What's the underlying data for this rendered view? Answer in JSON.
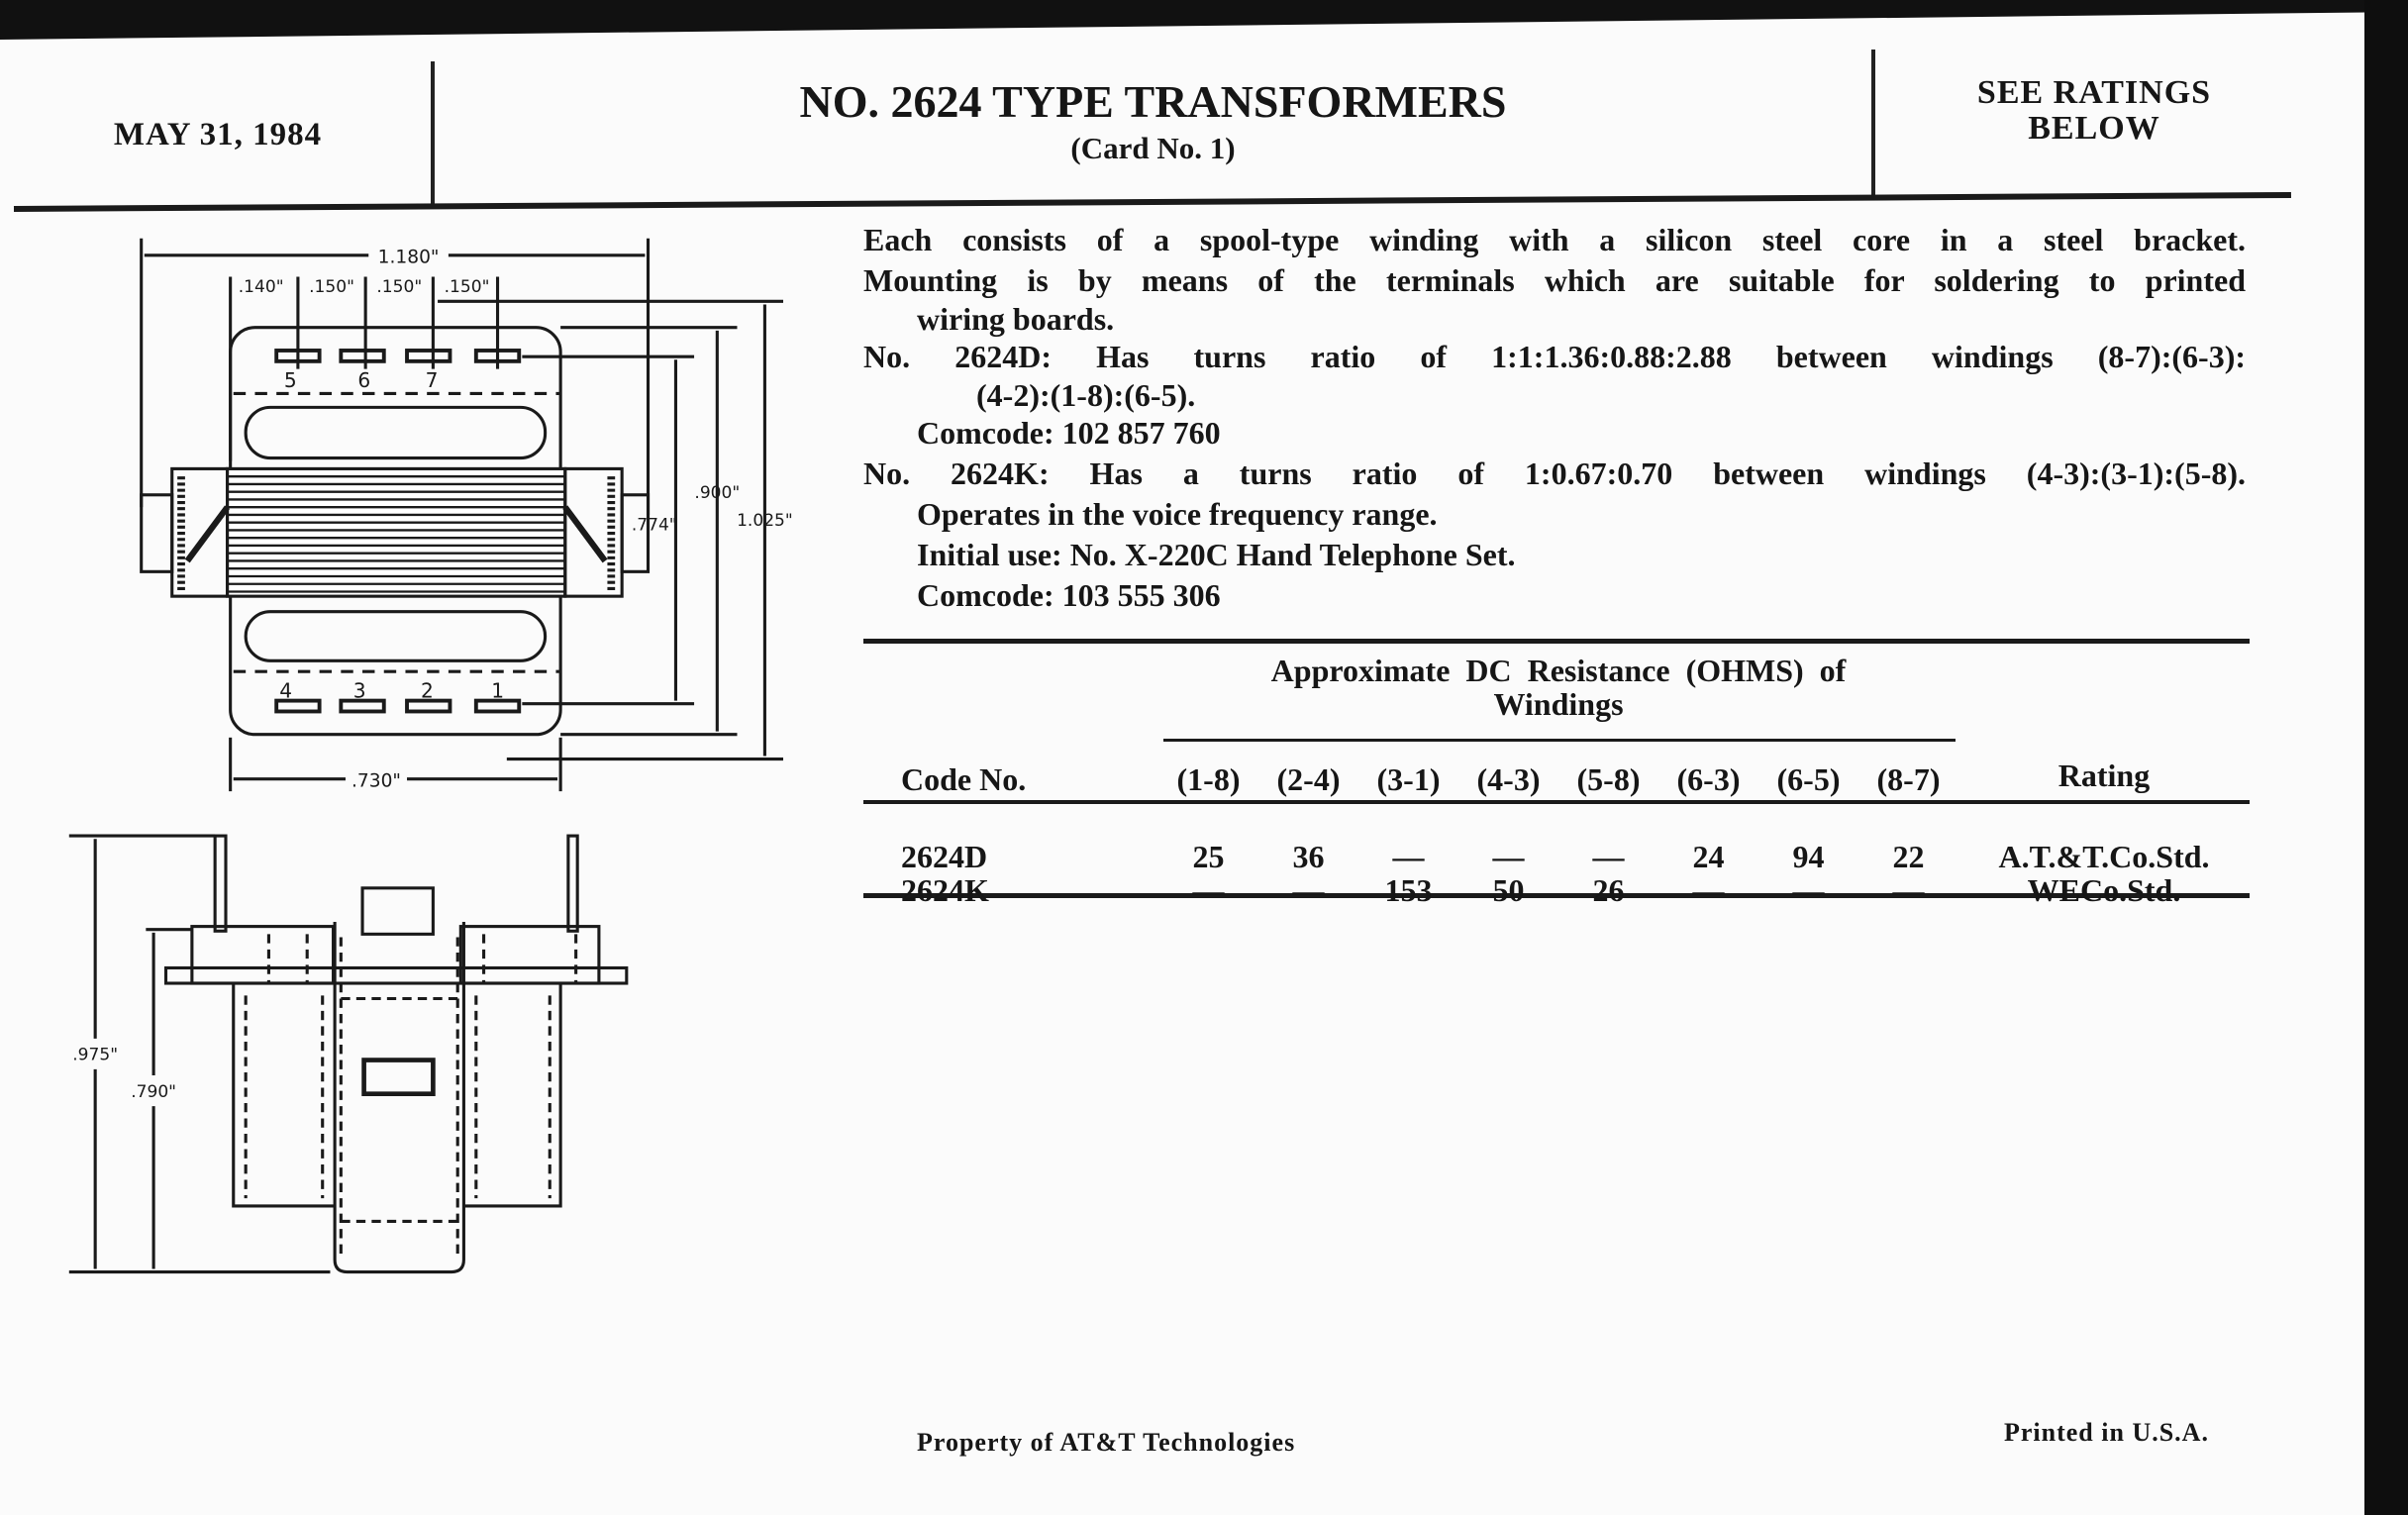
{
  "header": {
    "date": "MAY 31, 1984",
    "title": "NO. 2624 TYPE TRANSFORMERS",
    "card": "(Card No. 1)",
    "ratings_line1": "SEE RATINGS",
    "ratings_line2": "BELOW"
  },
  "description": [
    "Each consists of a spool-type winding with a silicon steel core in a steel bracket.",
    "Mounting is by means of the terminals which are suitable for soldering to printed",
    "wiring boards.",
    "No. 2624D: Has turns ratio of 1:1:1.36:0.88:2.88 between windings (8-7):(6-3):",
    "(4-2):(1-8):(6-5).",
    "Comcode: 102 857 760",
    "No. 2624K: Has a turns ratio of 1:0.67:0.70 between windings (4-3):(3-1):(5-8).",
    "Operates in the voice frequency range.",
    "Initial use: No. X-220C Hand Telephone Set.",
    "Comcode: 103 555 306"
  ],
  "table": {
    "group_header_line1": "Approximate  DC  Resistance  (OHMS)  of",
    "group_header_line2": "Windings",
    "code_header": "Code No.",
    "rating_header": "Rating",
    "windings": [
      "(1-8)",
      "(2-4)",
      "(3-1)",
      "(4-3)",
      "(5-8)",
      "(6-3)",
      "(6-5)",
      "(8-7)"
    ],
    "rows": [
      {
        "code": "2624D",
        "values": [
          "25",
          "36",
          "—",
          "—",
          "—",
          "24",
          "94",
          "22"
        ],
        "rating": "A.T.&T.Co.Std."
      },
      {
        "code": "2624K",
        "values": [
          "—",
          "—",
          "153",
          "50",
          "26",
          "—",
          "—",
          "—"
        ],
        "rating": "WECo.Std."
      }
    ]
  },
  "drawing": {
    "top_view": {
      "overall_width": "1.180\"",
      "pitch_labels": [
        ".140\"",
        ".150\"",
        ".150\"",
        ".150\""
      ],
      "bracket_width": ".730\"",
      "height_terminals": ".774\"",
      "height_bracket": ".900\"",
      "height_overall": "1.025\"",
      "terminal_numbers_top": [
        "5",
        "6",
        "7"
      ],
      "terminal_numbers_bottom": [
        "4",
        "3",
        "2",
        "1"
      ]
    },
    "side_view": {
      "overall_height": ".975\"",
      "body_height": ".790\""
    }
  },
  "footer": {
    "property": "Property of AT&T Technologies",
    "printed": "Printed in U.S.A."
  }
}
